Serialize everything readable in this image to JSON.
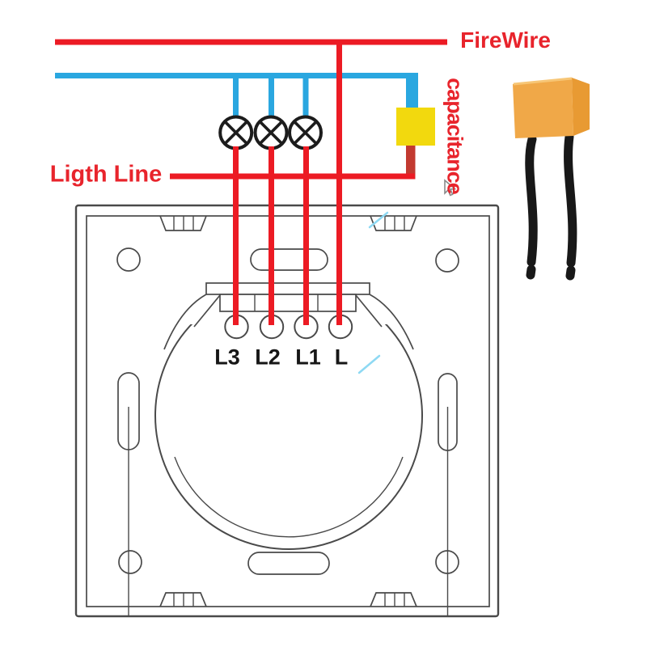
{
  "diagram": {
    "labels": {
      "fire_wire": "FireWire",
      "light_line": "Ligth Line",
      "capacitance": "capacitance"
    },
    "terminals": [
      "L3",
      "L2",
      "L1",
      "L"
    ],
    "lamp_count": 3,
    "colors": {
      "wire_red": "#ec1b24",
      "wire_blue": "#2aa7e0",
      "cap_yellow": "#f2d90e",
      "cap_lead_dark_red": "#c23a30",
      "panel_line": "#4a4a4a",
      "lamp_stroke": "#1c1c1c",
      "label_red": "#e8242c",
      "terminal_label": "#161616",
      "photo_body": "#f0a848",
      "photo_body_side": "#e89a33",
      "photo_body_highlight": "#f7c676",
      "photo_lead": "#181818",
      "artifact_blue": "#8ed9f3",
      "cursor_gray": "#8a8a8a"
    }
  }
}
